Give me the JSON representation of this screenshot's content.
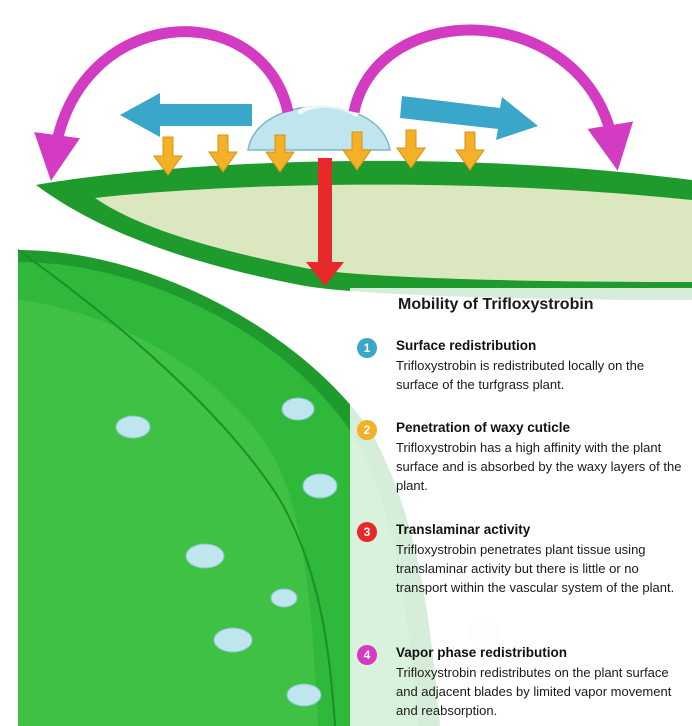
{
  "title": "Mobility of Trifloxystrobin",
  "items": [
    {
      "number": "1",
      "color": "#3aa6c9",
      "heading": "Surface redistribution",
      "text": "Trifloxystrobin is redistributed locally on the surface of the turfgrass plant."
    },
    {
      "number": "2",
      "color": "#f4b026",
      "heading": "Penetration of waxy cuticle",
      "text": "Trifloxystrobin has a high affinity with the plant surface and is absorbed by the waxy layers of the plant."
    },
    {
      "number": "3",
      "color": "#e8292a",
      "heading": "Translaminar activity",
      "text": "Trifloxystrobin penetrates plant tissue using translaminar activity but there is little or no transport within the vascular system of the plant."
    },
    {
      "number": "4",
      "color": "#d33bc2",
      "heading": "Vapor phase redistribution",
      "text": "Trifloxystrobin redistributes on the plant surface and adjacent blades by limited vapor movement and reabsorption."
    }
  ],
  "colors": {
    "leaf_dark": "#1f9a2c",
    "leaf_mid": "#2fb83a",
    "leaf_light": "#6bd35f",
    "leaf_inner": "#dbe8bf",
    "droplet": "#bfe6ee",
    "arrow_surface": "#3aa6c9",
    "arrow_penetration": "#f4b026",
    "arrow_translaminar": "#e8292a",
    "arrow_vapor": "#d33bc2"
  }
}
